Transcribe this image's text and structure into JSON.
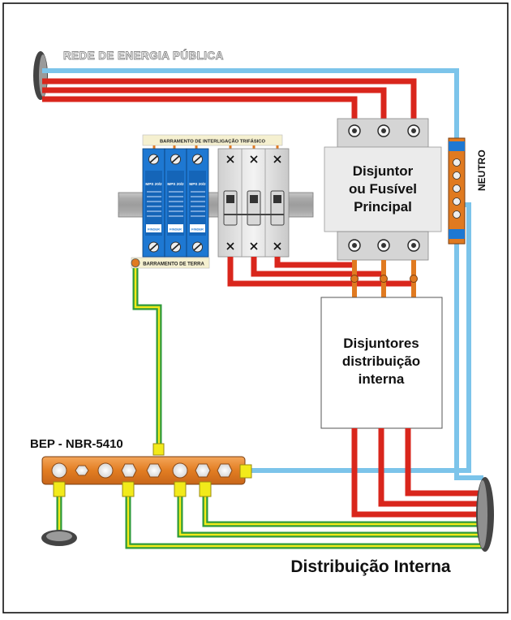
{
  "labels": {
    "public_grid": "REDE DE ENERGIA PÚBLICA",
    "three_phase_bus": "BARRAMENTO DE INTERLIGAÇÃO TRIFÁSICO",
    "ground_bus": "BARRAMENTO DE TERRA",
    "neutral": "NEUTRO",
    "main_breaker_1": "Disjuntor",
    "main_breaker_2": "ou Fusível",
    "main_breaker_3": "Principal",
    "distribution_1": "Disjuntores",
    "distribution_2": "distribuição",
    "distribution_3": "interna",
    "bep": "BEP - NBR-5410",
    "internal_distribution": "Distribuição Interna",
    "dps_model": "MPS 20/2",
    "dps_brand": "FINDER"
  },
  "colors": {
    "phase": "#d9261c",
    "neutral": "#7cc4ea",
    "ground_green": "#2e9a3a",
    "ground_yellow": "#f2ea1a",
    "bep_bar": "#e8862a",
    "dps_blue": "#1e78d2",
    "terminal_orange": "#e07a20",
    "pipe": "#555555"
  }
}
